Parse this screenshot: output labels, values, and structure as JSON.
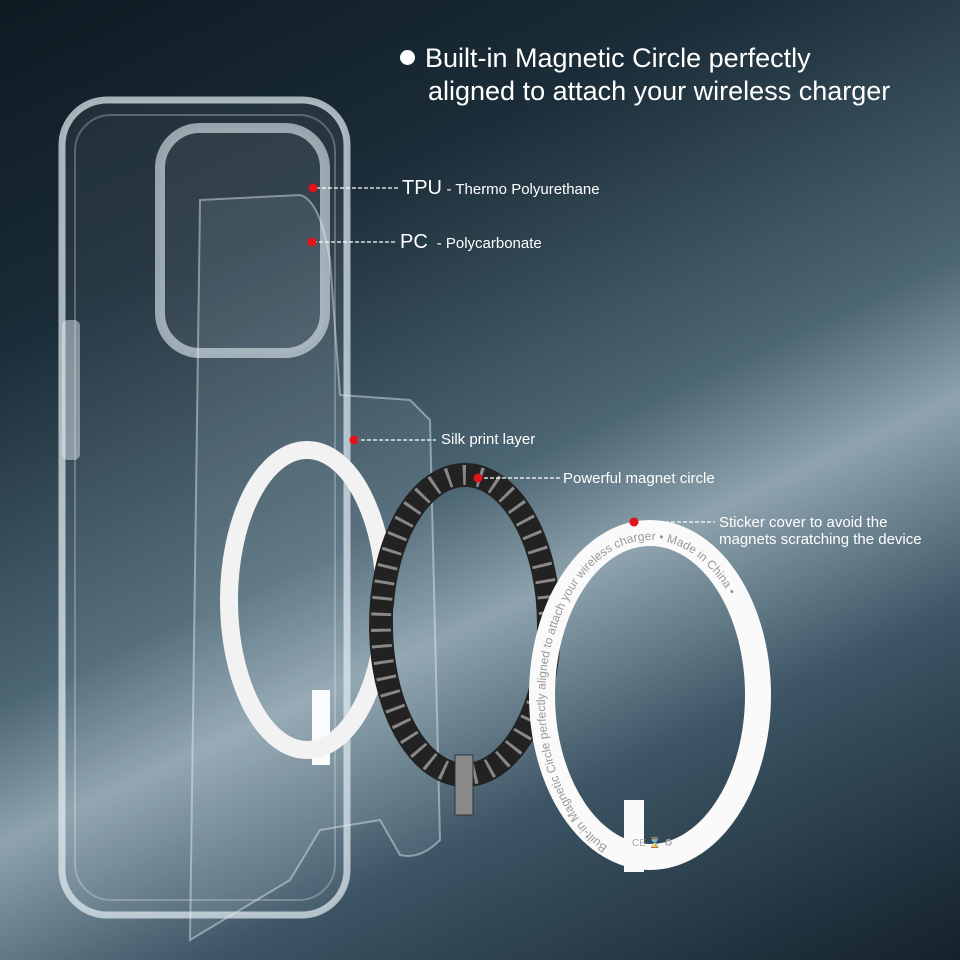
{
  "headline": {
    "line1": "Built-in Magnetic Circle perfectly",
    "line2": "aligned to attach your wireless charger"
  },
  "callouts": {
    "tpu": {
      "abbr": "TPU",
      "desc": "- Thermo Polyurethane"
    },
    "pc": {
      "abbr": "PC",
      "desc": "- Polycarbonate"
    },
    "silk": "Silk print layer",
    "magnet": "Powerful magnet circle",
    "sticker_line1": "Sticker cover to avoid the",
    "sticker_line2": "magnets scratching the device"
  },
  "sticker_ring_text": "Built-in Magnetic Circle perfectly aligned to attach your wireless charger • Made in China •",
  "sticker_marks": "CE ⌛ ♻",
  "colors": {
    "callout_dot": "#e0151b",
    "text": "#ffffff"
  }
}
